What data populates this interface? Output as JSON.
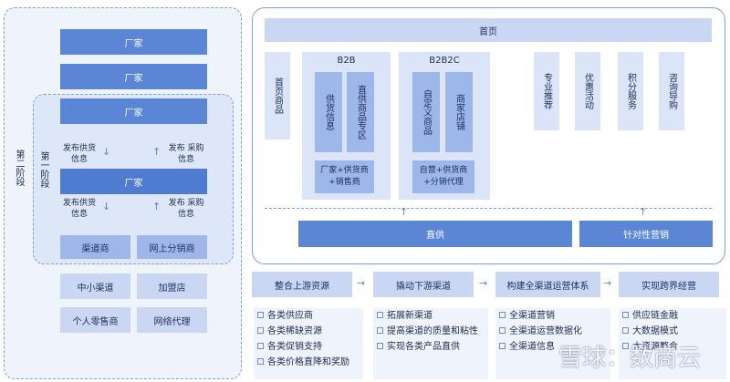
{
  "left": {
    "stage2_label": "第二阶段",
    "stage1_label": "第一阶段",
    "factory_1": "厂家",
    "factory_2": "厂家",
    "factory_3": "厂家",
    "factory_core": "厂家",
    "publish_supply_top": "发布供货信息",
    "publish_purchase_top": "发布 采购信息",
    "publish_supply_bottom": "发布供货信息",
    "publish_purchase_bottom": "发布 采购信息",
    "channel_dealer": "渠道商",
    "online_distributor": "网上分销商",
    "small_channel": "中小渠道",
    "franchise_store": "加盟店",
    "individual_retailer": "个人零售商",
    "network_agent": "网络代理"
  },
  "right": {
    "home": "首页",
    "home_goods": "首页商品",
    "b2b": {
      "title": "B2B",
      "supply_info": "供货信息",
      "direct_zone": "直供商品专区",
      "footer": "厂家+供货商+销售商"
    },
    "b2b2c": {
      "title": "B2B2C",
      "custom_goods": "自定义商品",
      "merchant_shop": "商家店铺",
      "footer": "自营+供货商+分销代理"
    },
    "services": [
      "专业推荐",
      "优惠活动",
      "积分服务",
      "咨询导购"
    ],
    "direct_supply": "直供",
    "targeted_marketing": "针对性营销"
  },
  "flow": {
    "steps": [
      "整合上游资源",
      "撬动下游渠道",
      "构建全渠道运营体系",
      "实现跨界经营"
    ],
    "lists": [
      [
        "各类供应商",
        "各类稀缺资源",
        "各类促销支持",
        "各类价格直降和奖励"
      ],
      [
        "拓展新渠道",
        "提高渠道的质量和粘性",
        "实现各类产品直供"
      ],
      [
        "全渠道营销",
        "全渠道运营数据化",
        "全渠道信息"
      ],
      [
        "供应链金融",
        "大数据模式",
        "大资源整合"
      ]
    ]
  },
  "watermark": "雪球：数商云"
}
